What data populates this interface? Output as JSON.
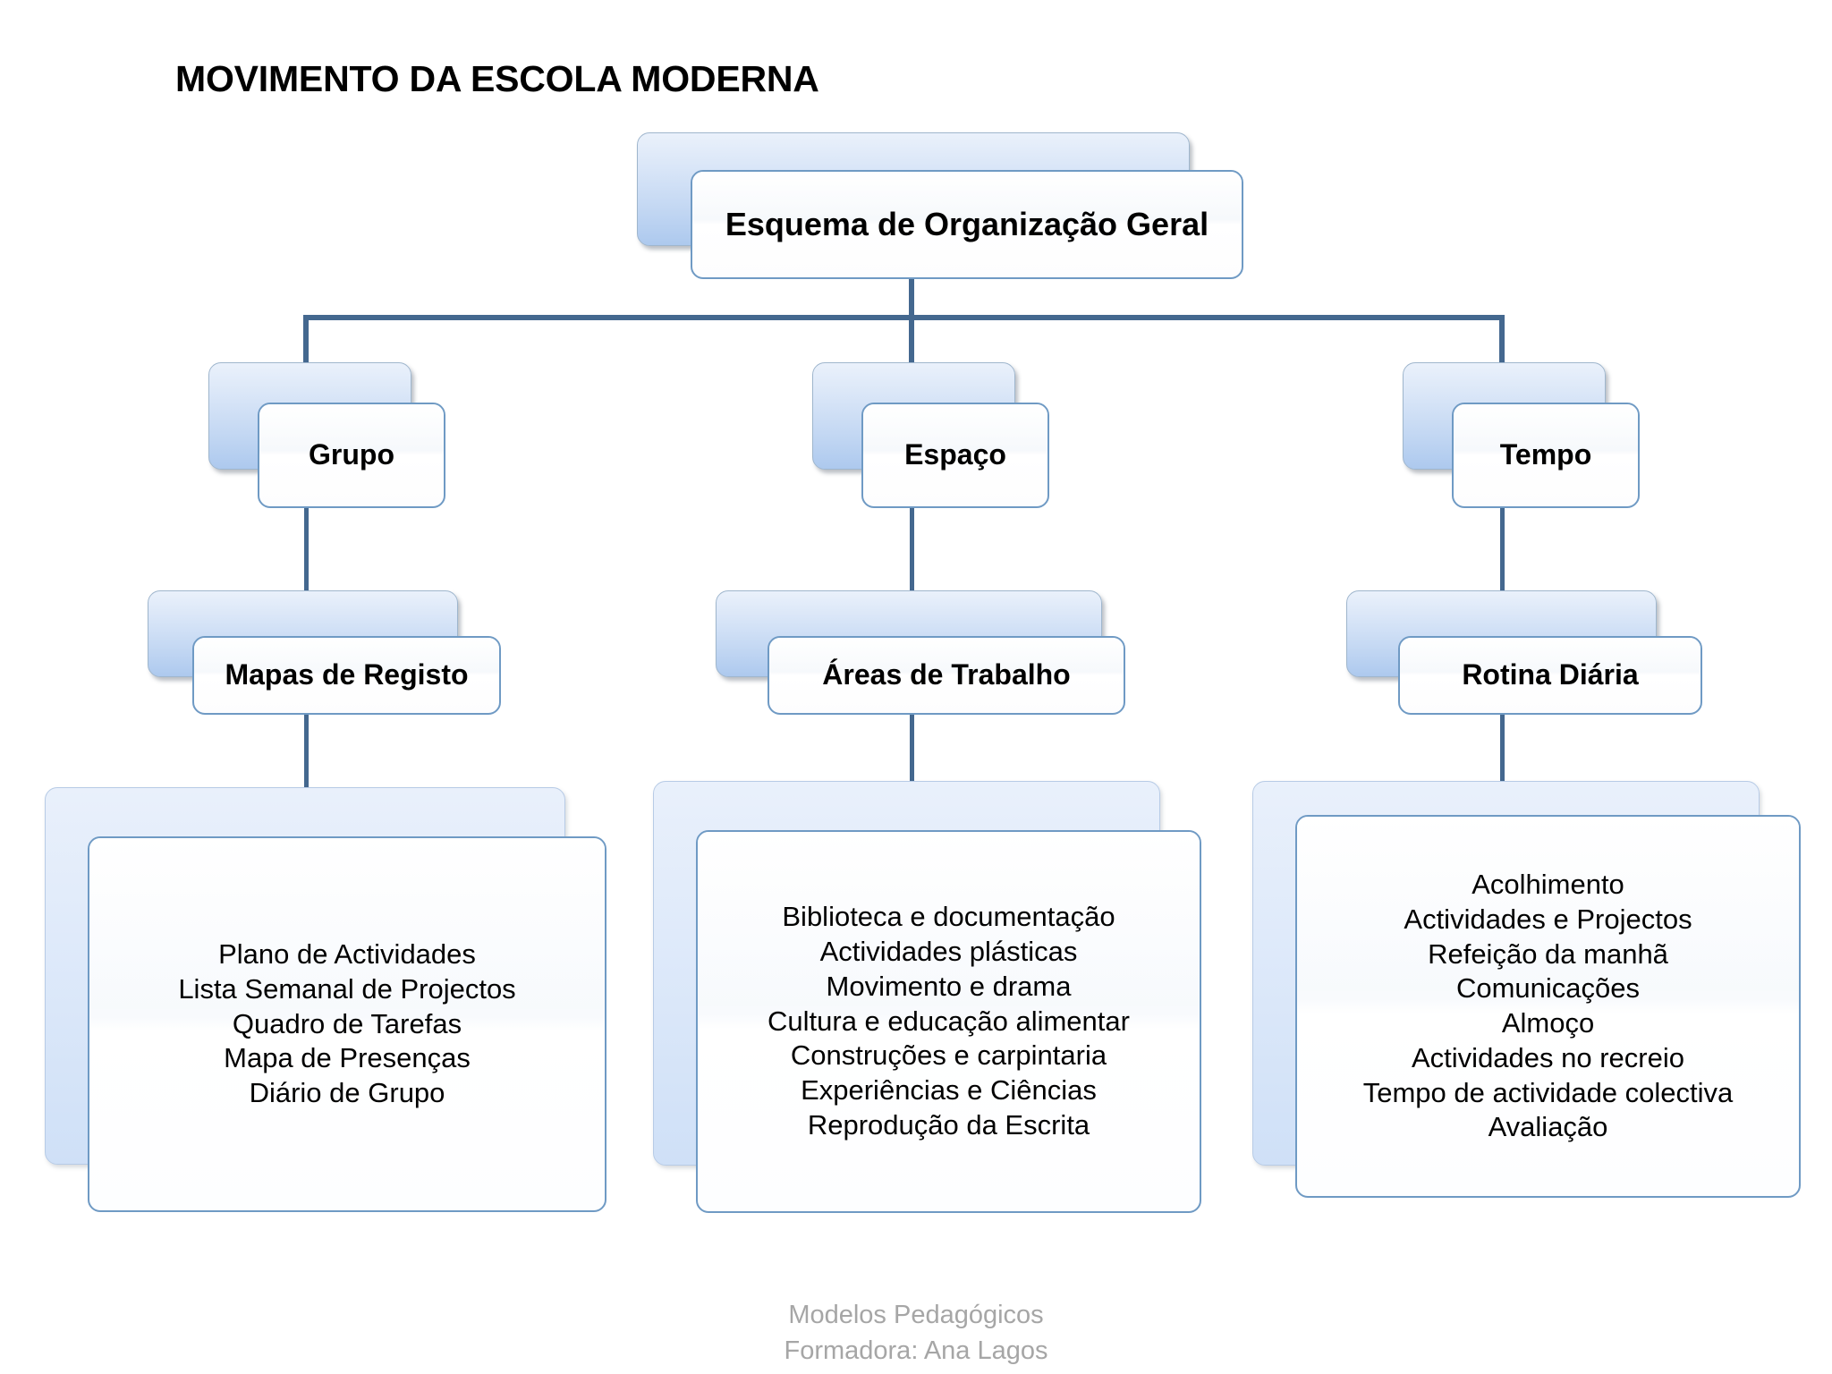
{
  "title": "MOVIMENTO DA ESCOLA MODERNA",
  "root": {
    "label": "Esquema de Organização Geral"
  },
  "branches": [
    {
      "level1": "Grupo",
      "level2": "Mapas de Registo",
      "items": [
        "Plano de Actividades",
        "Lista Semanal de Projectos",
        "Quadro de Tarefas",
        "Mapa de Presenças",
        "Diário de Grupo"
      ]
    },
    {
      "level1": "Espaço",
      "level2": "Áreas de Trabalho",
      "items": [
        "Biblioteca e documentação",
        "Actividades plásticas",
        "Movimento e drama",
        "Cultura e educação alimentar",
        "Construções e carpintaria",
        "Experiências e Ciências",
        "Reprodução da Escrita"
      ]
    },
    {
      "level1": "Tempo",
      "level2": "Rotina Diária",
      "items": [
        "Acolhimento",
        "Actividades e Projectos",
        "Refeição da manhã",
        "Comunicações",
        "Almoço",
        "Actividades no recreio",
        "Tempo de actividade colectiva",
        "Avaliação"
      ]
    }
  ],
  "footer": {
    "line1": "Modelos Pedagógicos",
    "line2": "Formadora: Ana Lagos"
  },
  "colors": {
    "connector": "#44688f",
    "box_border": "#6f9ac4",
    "back_box_blue": "#adc9ee",
    "footer_text": "#a6a6a6",
    "title_text": "#000000"
  }
}
